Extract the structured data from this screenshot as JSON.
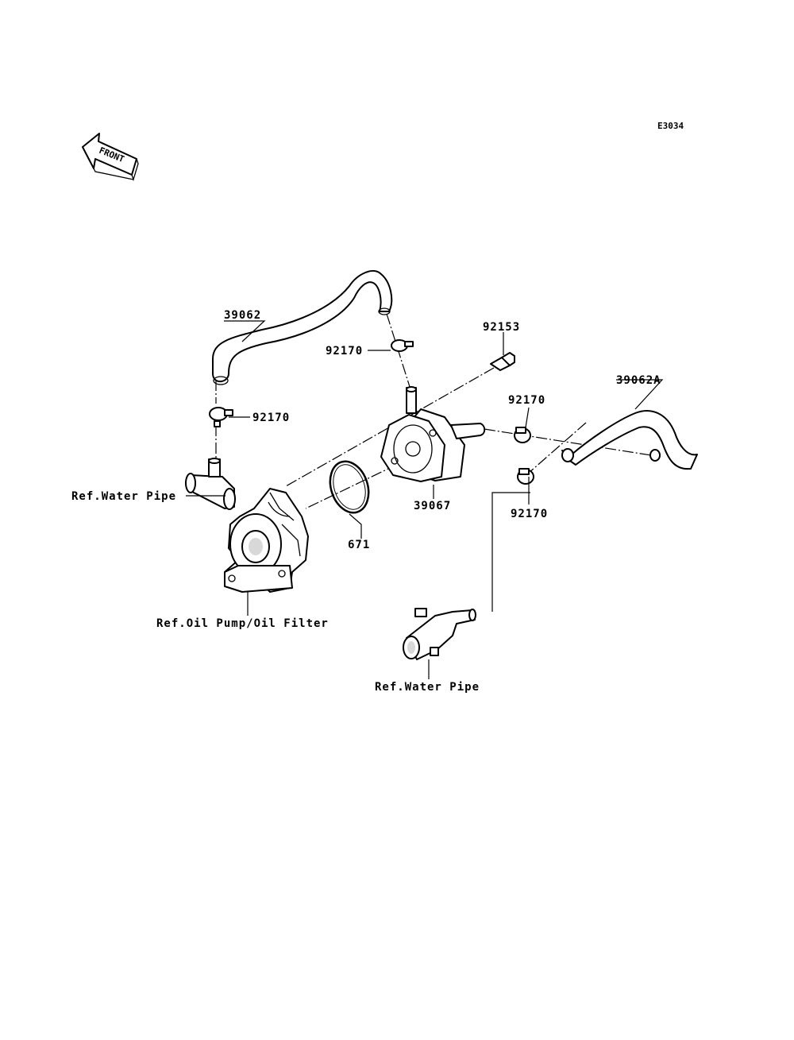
{
  "diagram_code": "E3034",
  "front_indicator": "FRONT",
  "labels": {
    "hose_upper": "39062",
    "hose_right": "39062A",
    "clamp_top": "92170",
    "clamp_left": "92170",
    "clamp_right_upper": "92170",
    "clamp_right_lower": "92170",
    "bolt": "92153",
    "oil_cooler": "39067",
    "o_ring": "671",
    "ref_water_pipe_left": "Ref.Water Pipe",
    "ref_oil_pump": "Ref.Oil Pump/Oil Filter",
    "ref_water_pipe_bottom": "Ref.Water Pipe"
  }
}
